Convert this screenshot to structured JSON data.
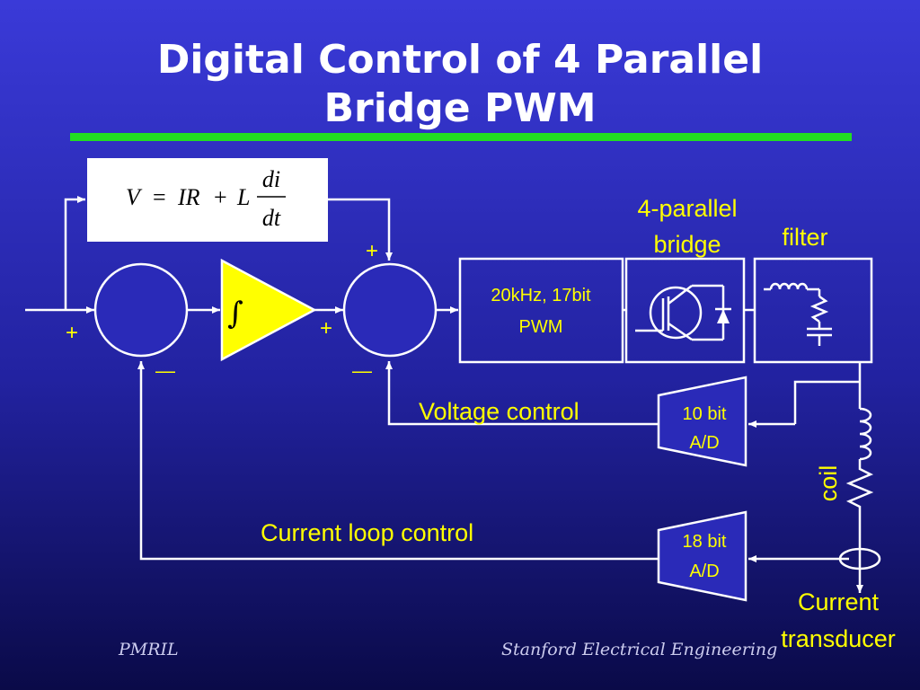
{
  "title_lines": [
    "Digital Control of 4 Parallel",
    "Bridge PWM"
  ],
  "colors": {
    "accent_rule": "#22dd22",
    "integrator_fill": "#ffff00",
    "label_text": "#ffff00",
    "line": "#ffffff",
    "background_top": "#3a3ad8",
    "background_bottom": "#0a0a48"
  },
  "equation": {
    "lhs": "V",
    "equals": "=",
    "term1": "IR",
    "plus": "+",
    "term2": "L",
    "numerator": "di",
    "denominator": "dt"
  },
  "summing_junction_1": {
    "plus_sign": "+",
    "minus_sign": "—"
  },
  "summing_junction_2": {
    "plus_top": "+",
    "plus_left": "+",
    "minus_sign": "—"
  },
  "integrator_symbol": "∫",
  "pwm_block": {
    "line1": "20kHz, 17bit",
    "line2": "PWM"
  },
  "bridge_label": {
    "line1": "4-parallel",
    "line2": "bridge"
  },
  "filter_label": "filter",
  "adc_voltage": {
    "line1": "10 bit",
    "line2": "A/D"
  },
  "adc_current": {
    "line1": "18 bit",
    "line2": "A/D"
  },
  "voltage_control_label": "Voltage control",
  "current_loop_label": "Current loop control",
  "coil_label": "coil",
  "transducer_label": {
    "line1": "Current",
    "line2": "transducer"
  },
  "footer": {
    "left": "PMRIL",
    "right": "Stanford Electrical Engineering"
  },
  "icons": [
    "igbt-transistor-icon",
    "diode-icon",
    "inductor-icon",
    "resistor-icon",
    "capacitor-icon",
    "coil-inductor-icon",
    "current-transducer-icon"
  ]
}
